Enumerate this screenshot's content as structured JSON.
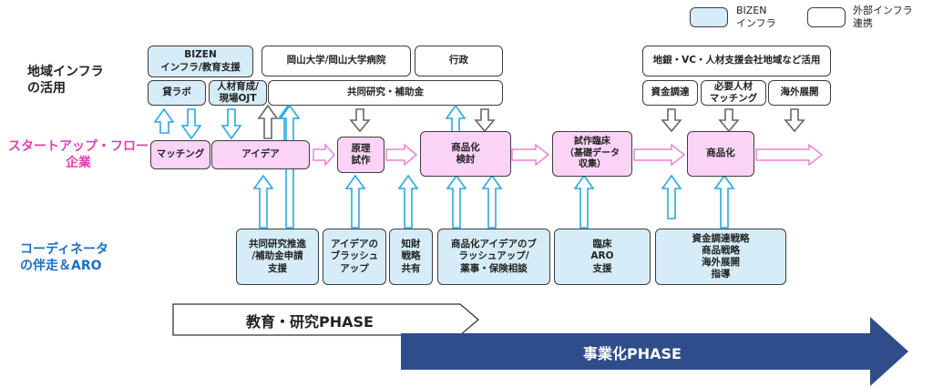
{
  "legend": {
    "infra_label": "BIZEN\nインフラ",
    "external_label": "外部インフラ\n連携"
  },
  "row_labels": {
    "regional": "地域インフラ\nの活用",
    "startup": "スタートアップ・フロー\n企業",
    "coordinator": "コーディネータ\nの伴走＆ARO"
  },
  "top_boxes": {
    "bizen": "BIZEN\nインフラ/教育支援",
    "univ": "岡山大学/岡山大学病院",
    "gov": "行政",
    "regional_bank": "地銀・VC・人材支援会社地域など活用",
    "kashi_lab": "貸ラボ",
    "hr_training": "人材育成/\n現場OJT",
    "joint_research": "共同研究・補助金",
    "fund": "資金調達",
    "hr_matching": "必要人材\nマッチング",
    "overseas": "海外展開"
  },
  "flow_boxes": {
    "matching": "マッチング",
    "idea": "アイデア",
    "prototype": "原理\n試作",
    "product_review": "商品化\n検討",
    "trial": "試作臨床\n（基礎データ\n収集）",
    "product": "商品化"
  },
  "bottom_boxes": {
    "joint_promo": "共同研究推進\n/補助金申請\n支援",
    "idea_brush": "アイデアの\nブラッシュ\nアップ",
    "ip": "知財\n戦略\n共有",
    "product_brush": "商品化アイデアのブ\nラッシュアップ/\n薬事・保険相談",
    "clinical": "臨床\nARO\n支援",
    "strategy": "資金調達戦略\n商品戦略\n海外展開\n指導"
  },
  "phases": {
    "edu": "教育・研究PHASE",
    "biz": "事業化PHASE"
  },
  "colors": {
    "blue_fill": "#d6ecf8",
    "pink_fill": "#fbd3f6",
    "arrow_blue": "#29a8e0",
    "arrow_gray": "#666666",
    "phase_navy": "#2e4d8a",
    "startup_text": "#e040b0",
    "coordinator_text": "#1e6fc4"
  }
}
